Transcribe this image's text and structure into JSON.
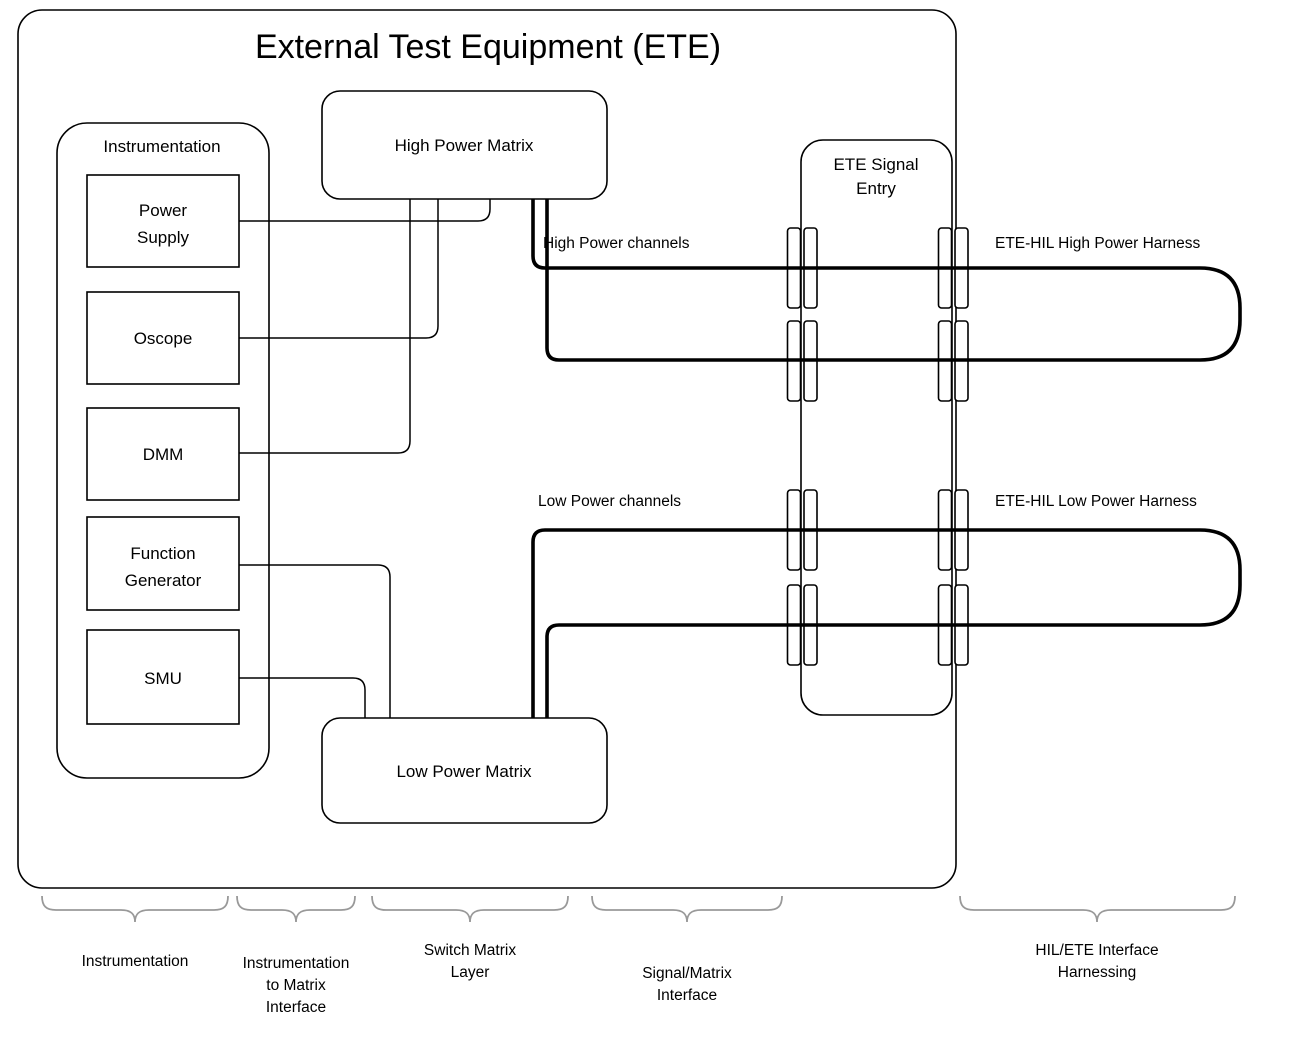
{
  "diagram": {
    "title": "External Test Equipment (ETE)",
    "nodes": {
      "instrumentation_group": "Instrumentation",
      "power_supply": [
        "Power",
        "Supply"
      ],
      "oscope": "Oscope",
      "dmm": "DMM",
      "function_generator": [
        "Function",
        "Generator"
      ],
      "smu": "SMU",
      "high_power_matrix": "High Power Matrix",
      "low_power_matrix": "Low Power Matrix",
      "ete_signal_entry": [
        "ETE Signal",
        "Entry"
      ]
    },
    "edge_labels": {
      "high_power_channels": "High Power channels",
      "high_power_harness": "ETE-HIL High Power Harness",
      "low_power_channels": "Low Power channels",
      "low_power_harness": "ETE-HIL Low Power Harness"
    },
    "legend": {
      "instrumentation": [
        "Instrumentation"
      ],
      "instr_to_matrix": [
        "Instrumentation",
        "to Matrix",
        "Interface"
      ],
      "switch_matrix": [
        "Switch Matrix",
        "Layer"
      ],
      "signal_matrix": [
        "Signal/Matrix",
        "Interface"
      ],
      "hil_ete": [
        "HIL/ETE Interface",
        "Harnessing"
      ]
    },
    "colors": {
      "line": "#000000",
      "brace": "#999999",
      "background": "#ffffff"
    }
  }
}
